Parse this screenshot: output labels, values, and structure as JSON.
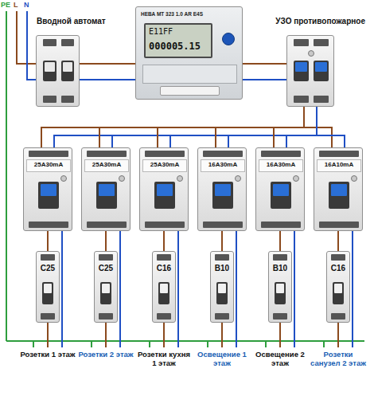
{
  "diagram": {
    "nodes": [
      {
        "text": [
          "Вводной автомат"
        ]
      },
      {
        "text": [
          "НЕВА МТ 323 1.0 AR E4S",
          "E11FF",
          "000005.15"
        ]
      },
      {
        "text": [
          "УЗО противопожарное"
        ]
      },
      {
        "text": [
          "25A30mA"
        ]
      },
      {
        "text": [
          "25A30mA"
        ]
      },
      {
        "text": [
          "25A30mA"
        ]
      },
      {
        "text": [
          "16A30mA"
        ]
      },
      {
        "text": [
          "16A30mA"
        ]
      },
      {
        "text": [
          "16A10mA"
        ]
      },
      {
        "text": [
          "C25"
        ]
      },
      {
        "text": [
          "C25"
        ]
      },
      {
        "text": [
          "C16"
        ]
      },
      {
        "text": [
          "B10"
        ]
      },
      {
        "text": [
          "B10"
        ]
      },
      {
        "text": [
          "C16"
        ]
      }
    ],
    "edges": [
      {
        "from": 0,
        "to": 1,
        "arrow": "none"
      },
      {
        "from": 1,
        "to": 2,
        "arrow": "none"
      },
      {
        "from": 2,
        "to": 3,
        "arrow": "none"
      },
      {
        "from": 2,
        "to": 4,
        "arrow": "none"
      },
      {
        "from": 2,
        "to": 5,
        "arrow": "none"
      },
      {
        "from": 2,
        "to": 6,
        "arrow": "none"
      },
      {
        "from": 2,
        "to": 7,
        "arrow": "none"
      },
      {
        "from": 2,
        "to": 8,
        "arrow": "none"
      },
      {
        "from": 3,
        "to": 9,
        "arrow": "none"
      },
      {
        "from": 4,
        "to": 10,
        "arrow": "none"
      },
      {
        "from": 5,
        "to": 11,
        "arrow": "none"
      },
      {
        "from": 6,
        "to": 12,
        "arrow": "none"
      },
      {
        "from": 7,
        "to": 13,
        "arrow": "none"
      },
      {
        "from": 8,
        "to": 14,
        "arrow": "none"
      }
    ],
    "labels": [
      "PE",
      "L",
      "N",
      "Розетки 1 этаж",
      "Розетки 2 этаж",
      "Розетки кухня 1 этаж",
      "Освещение 1 этаж",
      "Освещение 2 этаж",
      "Розетки санузел 2 этаж"
    ]
  }
}
